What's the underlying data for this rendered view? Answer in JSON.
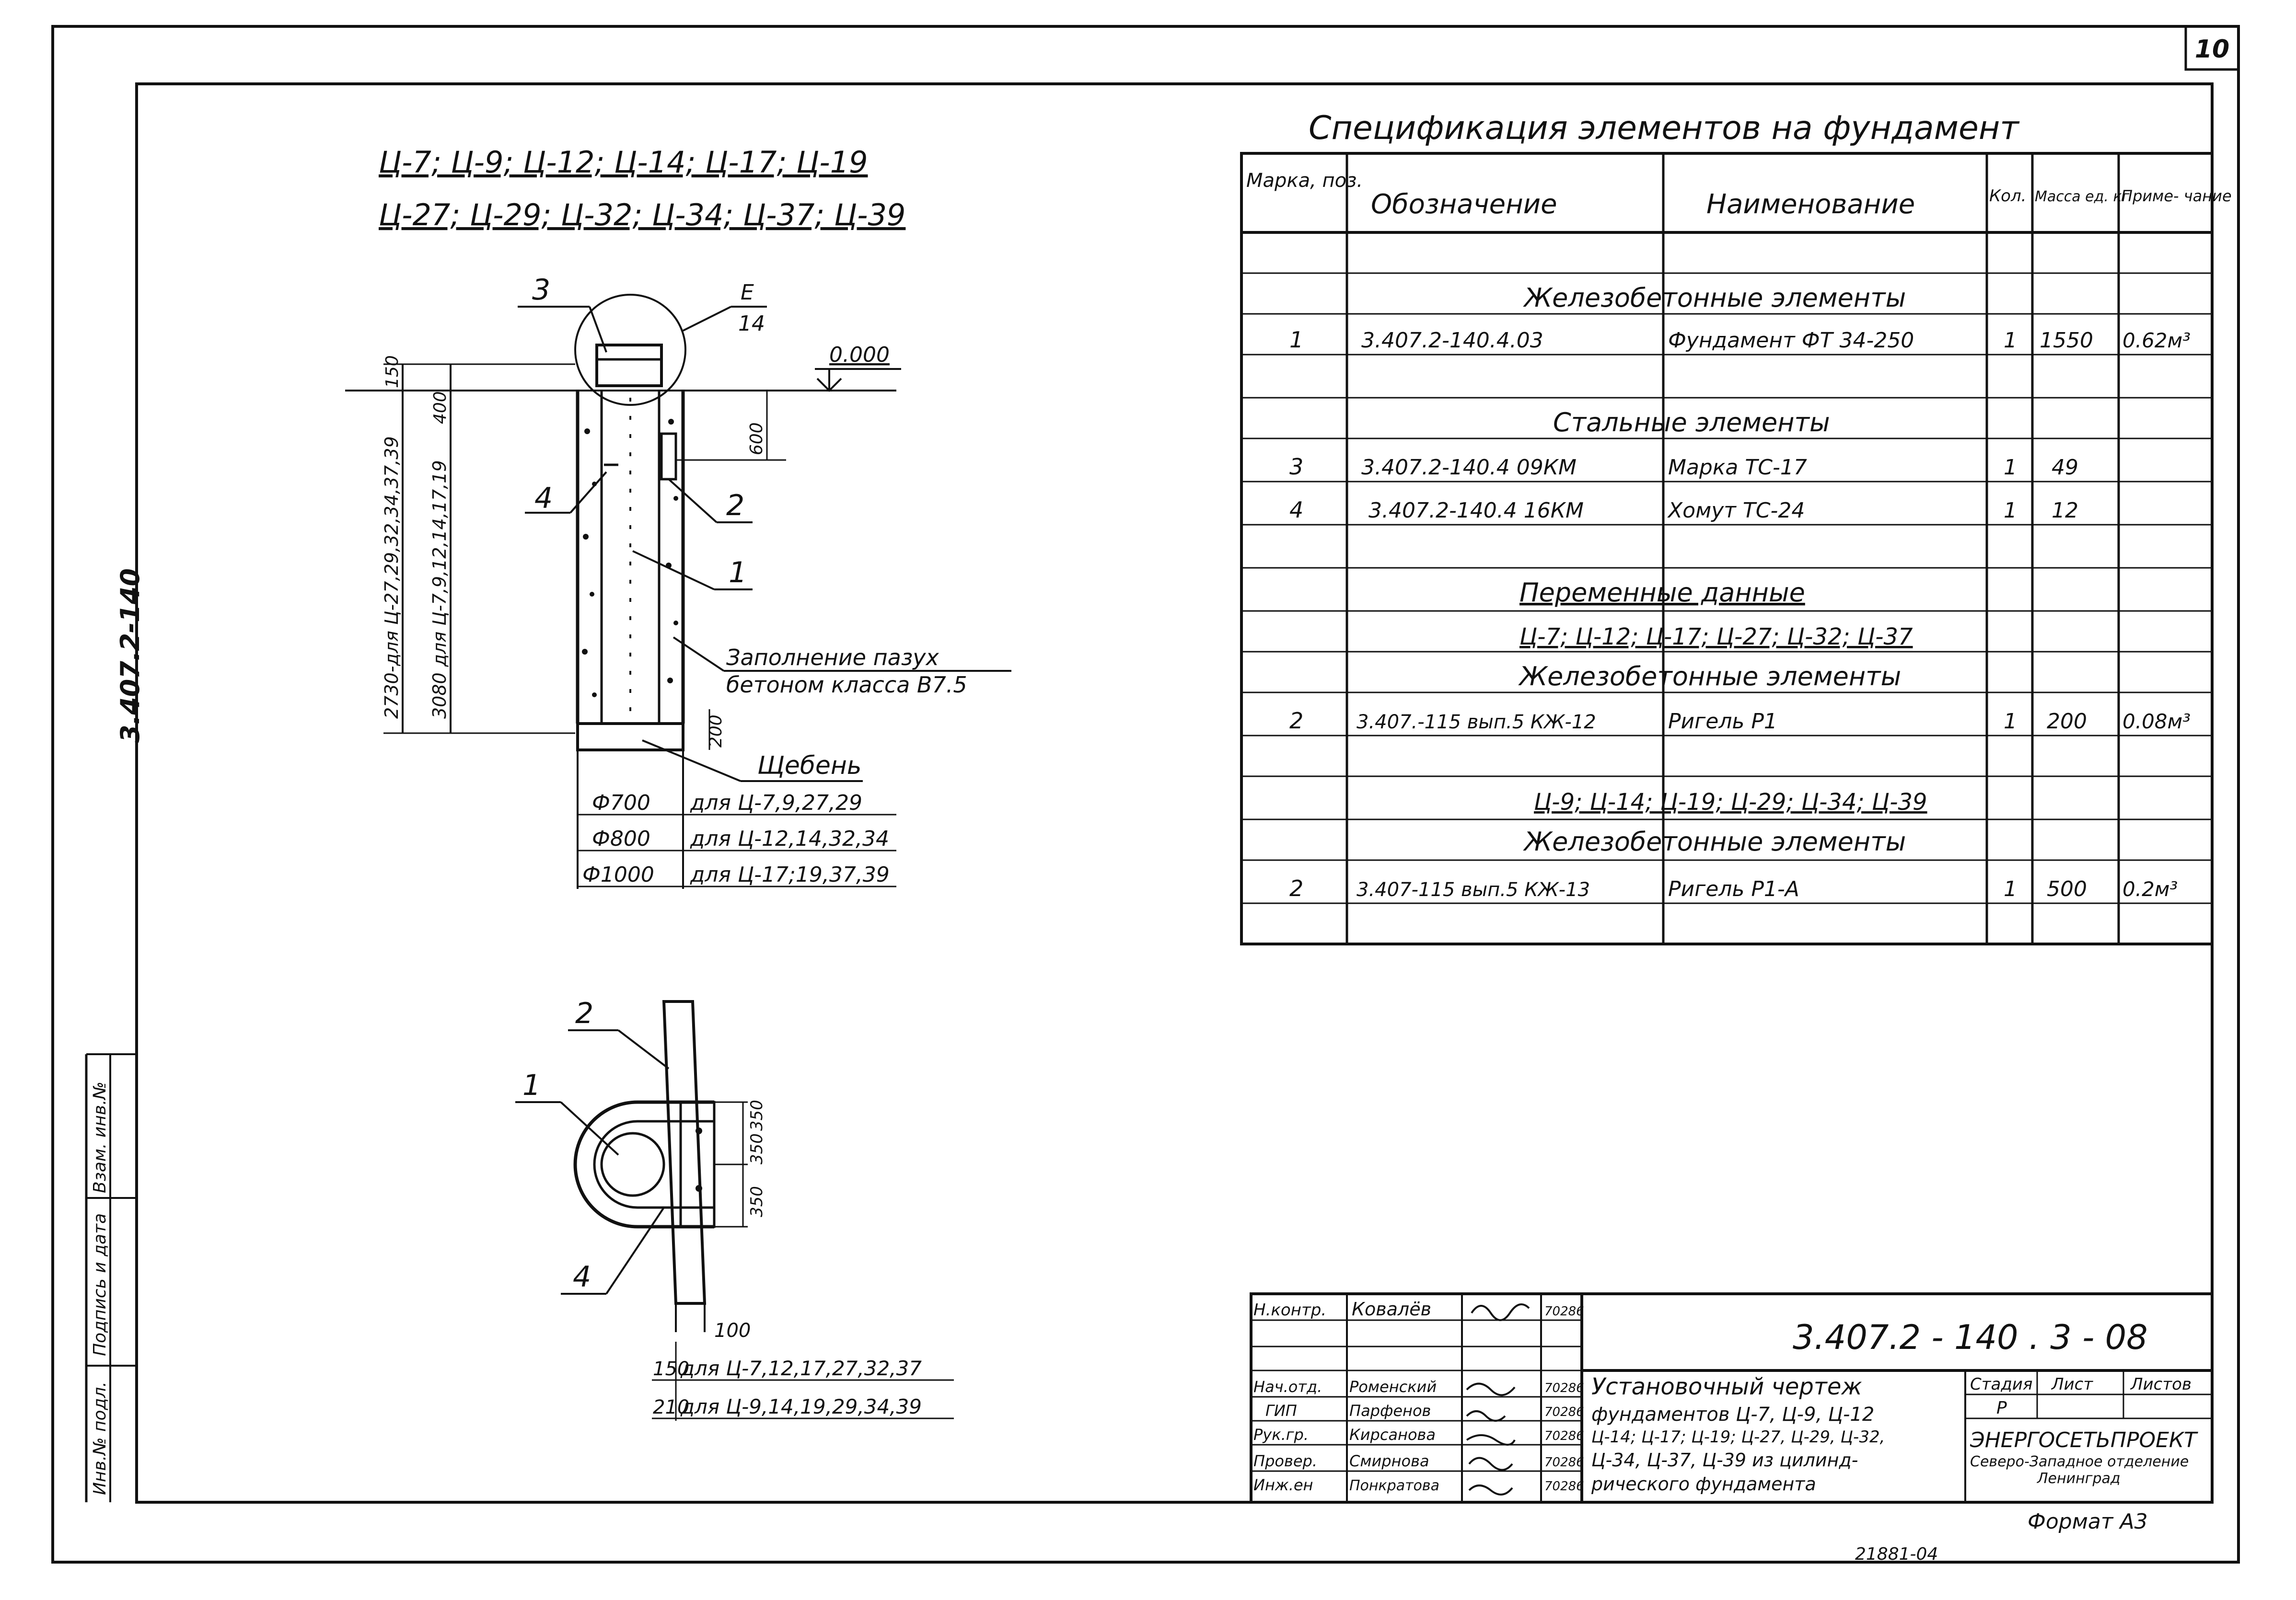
{
  "sheet_number": "10",
  "side_code": "3.407.2-140",
  "header_lines": [
    "Ц-7; Ц-9; Ц-12; Ц-14; Ц-17; Ц-19",
    "Ц-27; Ц-29; Ц-32; Ц-34; Ц-37; Ц-39"
  ],
  "section_drawing": {
    "callout_numbers": [
      "3",
      "4",
      "2",
      "1"
    ],
    "detail_mark_top": "Е",
    "detail_mark_bottom": "14",
    "level_mark": "0.000",
    "dim_150": "150",
    "dim_400": "400",
    "dim_600": "600",
    "dim_200": "200",
    "dim_2730": "2730-для Ц-27,29,32,34,37,39",
    "dim_3080": "3080 для Ц-7,9,12,14,17,19",
    "fill_note_1": "Заполнение пазух",
    "fill_note_2": "бетоном класса В7.5",
    "gravel_note": "Щебень",
    "diameter_rows": [
      {
        "dia": "Ф700",
        "text": "для Ц-7,9,27,29"
      },
      {
        "dia": "Ф800",
        "text": "для Ц-12,14,32,34"
      },
      {
        "dia": "Ф1000",
        "text": "для Ц-17;19,37,39"
      }
    ]
  },
  "plan_drawing": {
    "callout_numbers": [
      "2",
      "1",
      "4"
    ],
    "dim_350_a": "350",
    "dim_350_b": "350",
    "dim_350_c": "350",
    "dim_100": "100",
    "rows": [
      {
        "dim": "150",
        "text": "для Ц-7,12,17,27,32,37"
      },
      {
        "dim": "210",
        "text": "для Ц-9,14,19,29,34,39"
      }
    ]
  },
  "spec": {
    "title": "Спецификация элементов на фундамент",
    "headers": [
      "Марка, поз.",
      "Обозначение",
      "Наименование",
      "Кол.",
      "Масса ед. кг",
      "Приме- чание"
    ],
    "groups": {
      "reinforced_1": "Железобетонные элементы",
      "steel": "Стальные элементы",
      "variable": "Переменные данные",
      "variable_series_1": "Ц-7; Ц-12; Ц-17; Ц-27; Ц-32; Ц-37",
      "reinforced_2": "Железобетонные элементы",
      "variable_series_2": "Ц-9; Ц-14; Ц-19; Ц-29; Ц-34; Ц-39",
      "reinforced_3": "Железобетонные элементы"
    },
    "rows": [
      {
        "pos": "1",
        "code": "3.407.2-140.4.03",
        "name": "Фундамент ФТ 34-250",
        "qty": "1",
        "mass": "1550",
        "note": "0.62м³"
      },
      {
        "pos": "3",
        "code": "3.407.2-140.4 09КМ",
        "name": "Марка ТС-17",
        "qty": "1",
        "mass": "49",
        "note": ""
      },
      {
        "pos": "4",
        "code": "3.407.2-140.4 16КМ",
        "name": "Хомут ТС-24",
        "qty": "1",
        "mass": "12",
        "note": ""
      },
      {
        "pos": "2",
        "code": "3.407.-115 вып.5 КЖ-12",
        "name": "Ригель Р1",
        "qty": "1",
        "mass": "200",
        "note": "0.08м³"
      },
      {
        "pos": "2",
        "code": "3.407-115 вып.5 КЖ-13",
        "name": "Ригель Р1-А",
        "qty": "1",
        "mass": "500",
        "note": "0.2м³"
      }
    ]
  },
  "title_block": {
    "doc_code": "3.407.2 - 140 . 3 - 08",
    "roles": [
      "Н.контр.",
      "Нач.отд.",
      "ГИП",
      "Рук.гр.",
      "Провер.",
      "Инж.ен"
    ],
    "names": [
      "Ковалёв",
      "Роменский",
      "Парфенов",
      "Кирсанова",
      "Смирнова",
      "Понкратова"
    ],
    "dates": [
      "70286",
      "70286",
      "70286",
      "70286",
      "70286",
      "70286"
    ],
    "title_lines": [
      "Установочный чертеж",
      "фундаментов Ц-7, Ц-9, Ц-12",
      "Ц-14; Ц-17; Ц-19; Ц-27, Ц-29, Ц-32,",
      "Ц-34, Ц-37, Ц-39 из цилинд-",
      "рического фундамента"
    ],
    "stage_label": "Стадия",
    "sheet_label": "Лист",
    "sheets_label": "Листов",
    "stage_value": "Р",
    "org_lines": [
      "ЭНЕРГОСЕТЬПРОЕКТ",
      "Северо-Западное отделение",
      "Ленинград"
    ],
    "format": "Формат А3",
    "archive_number": "21881-04"
  },
  "side_stamp": [
    "Инв.№ подл.",
    "Подпись и дата",
    "Взам. инв.№"
  ]
}
